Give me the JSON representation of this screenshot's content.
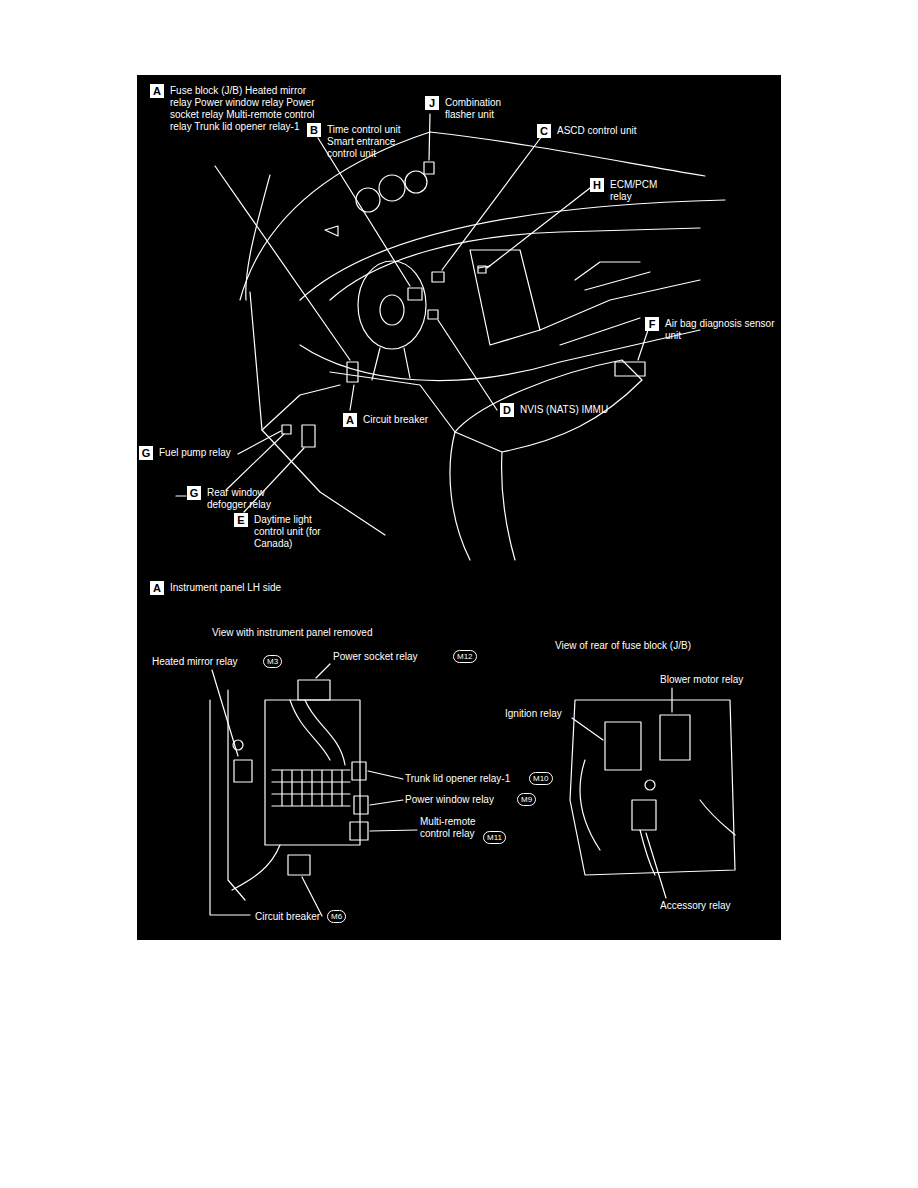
{
  "diagram": {
    "nodes": [
      {
        "text": [
          "A",
          "Fuse block (J/B) Heated mirror relay Power window relay Power socket relay Multi-remote control relay Trunk lid opener relay-1"
        ]
      },
      {
        "text": [
          "J",
          "Combination flasher unit"
        ]
      },
      {
        "text": [
          "B",
          "Time control unit Smart entrance control unit"
        ]
      },
      {
        "text": [
          "C",
          "ASCD control unit"
        ]
      },
      {
        "text": [
          "H",
          "ECM/PCM relay"
        ]
      },
      {
        "text": [
          "F",
          "Air bag diagnosis sensor unit"
        ]
      },
      {
        "text": [
          "A",
          "Circuit breaker"
        ]
      },
      {
        "text": [
          "D",
          "NVIS (NATS) IMMU"
        ]
      },
      {
        "text": [
          "G",
          "Fuel pump relay"
        ]
      },
      {
        "text": [
          "G",
          "Rear window defogger relay"
        ]
      },
      {
        "text": [
          "E",
          "Daytime light control unit (for Canada)"
        ]
      },
      {
        "text": [
          "A",
          "Instrument panel LH side"
        ]
      },
      {
        "text": [
          "M3"
        ]
      },
      {
        "text": [
          "M12"
        ]
      },
      {
        "text": [
          "M10"
        ]
      },
      {
        "text": [
          "M9"
        ]
      },
      {
        "text": [
          "M11"
        ]
      },
      {
        "text": [
          "M6"
        ]
      }
    ],
    "labels": [
      "View with instrument panel removed",
      "View of rear of fuse block (J/B)",
      "Heated mirror relay",
      "Power socket relay",
      "Trunk lid opener relay-1",
      "Power window relay",
      "Multi-remote control relay",
      "Circuit breaker",
      "Blower motor relay",
      "Ignition relay",
      "Accessory relay"
    ]
  }
}
